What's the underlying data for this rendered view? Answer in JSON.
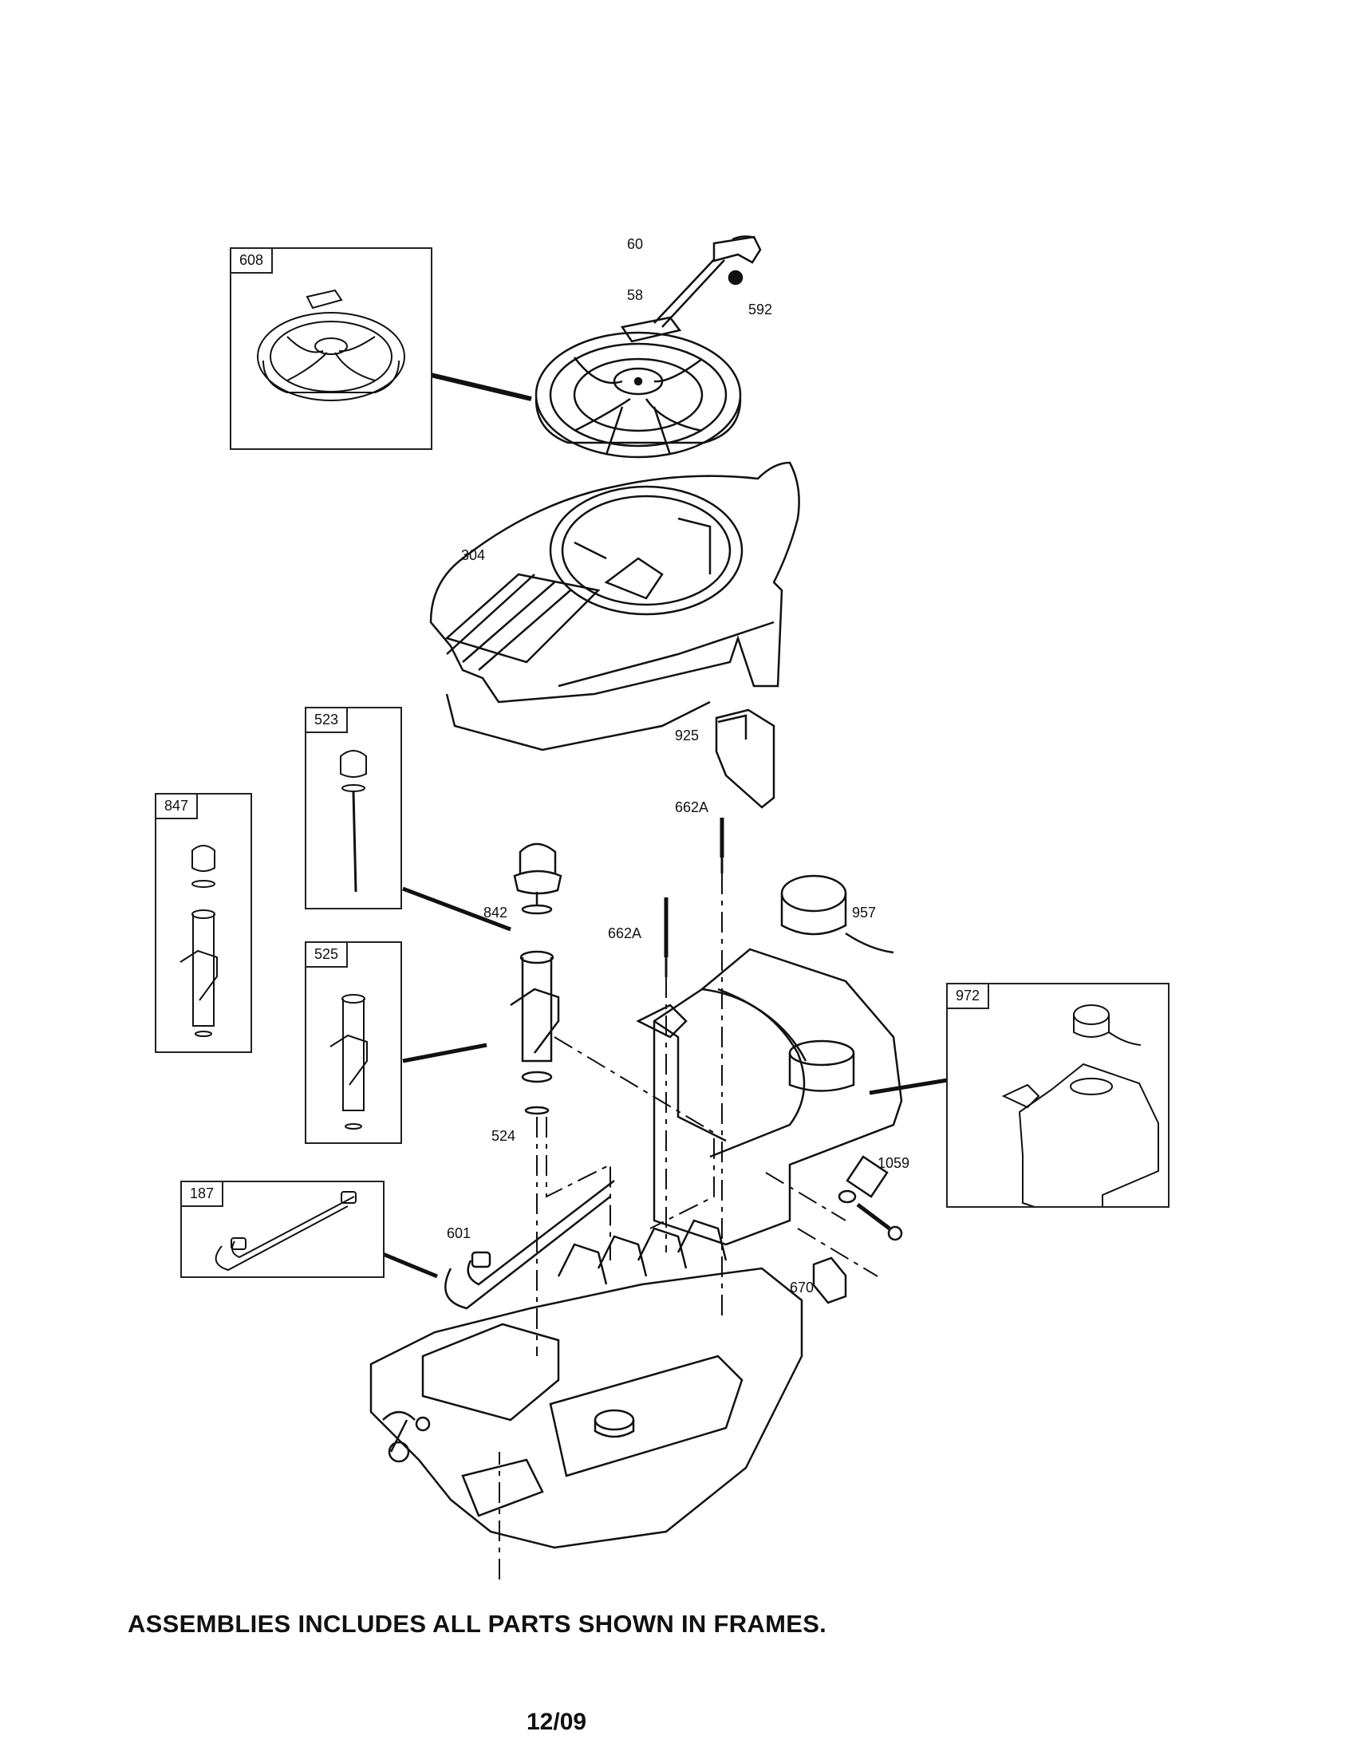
{
  "callouts": {
    "p60": "60",
    "p58": "58",
    "p592": "592",
    "p304": "304",
    "p925": "925",
    "p662a_top": "662A",
    "p842": "842",
    "p662a_mid": "662A",
    "p957": "957",
    "p524": "524",
    "p1059": "1059",
    "p601": "601",
    "p670": "670"
  },
  "frames": {
    "f608": "608",
    "f523": "523",
    "f847": "847",
    "f525": "525",
    "f972": "972",
    "f187": "187"
  },
  "footer": {
    "note": "ASSEMBLIES INCLUDES ALL PARTS SHOWN IN FRAMES.",
    "date": "12/09"
  }
}
